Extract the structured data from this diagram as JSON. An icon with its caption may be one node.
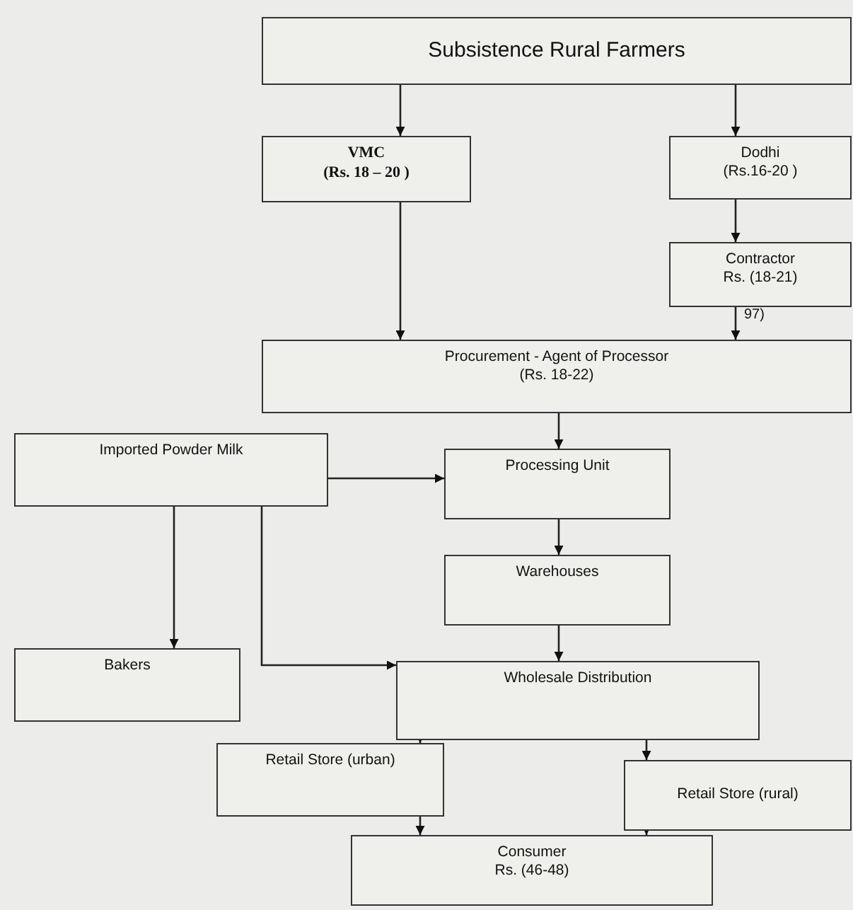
{
  "diagram": {
    "nodes": [
      {
        "text": [
          "Subsistence Rural Farmers"
        ]
      },
      {
        "text": [
          "VMC",
          "(Rs. 18 – 20 )"
        ]
      },
      {
        "text": [
          "Dodhi",
          "(Rs.16-20 )"
        ]
      },
      {
        "text": [
          "Contractor",
          "Rs. (18-21)"
        ]
      },
      {
        "text": [
          "Procurement - Agent of Processor",
          "(Rs. 18-22)"
        ]
      },
      {
        "text": [
          "Imported Powder Milk"
        ]
      },
      {
        "text": [
          "Processing Unit"
        ]
      },
      {
        "text": [
          "Warehouses"
        ]
      },
      {
        "text": [
          "Bakers"
        ]
      },
      {
        "text": [
          "Wholesale Distribution"
        ]
      },
      {
        "text": [
          "Retail Store (urban)"
        ]
      },
      {
        "text": [
          "Retail Store (rural)"
        ]
      },
      {
        "text": [
          "Consumer",
          "Rs. (46-48)"
        ]
      }
    ],
    "edges": [
      {
        "from": 0,
        "to": 1,
        "arrow": "to"
      },
      {
        "from": 0,
        "to": 2,
        "arrow": "to"
      },
      {
        "from": 2,
        "to": 3,
        "arrow": "to"
      },
      {
        "from": 1,
        "to": 4,
        "arrow": "to"
      },
      {
        "from": 3,
        "to": 4,
        "arrow": "to"
      },
      {
        "from": 4,
        "to": 6,
        "arrow": "to"
      },
      {
        "from": 5,
        "to": 6,
        "arrow": "to"
      },
      {
        "from": 5,
        "to": 8,
        "arrow": "to"
      },
      {
        "from": 5,
        "to": 9,
        "arrow": "to"
      },
      {
        "from": 6,
        "to": 7,
        "arrow": "to"
      },
      {
        "from": 7,
        "to": 9,
        "arrow": "to"
      },
      {
        "from": 9,
        "to": 10,
        "arrow": "to"
      },
      {
        "from": 9,
        "to": 11,
        "arrow": "to"
      },
      {
        "from": 10,
        "to": 12,
        "arrow": "to"
      },
      {
        "from": 11,
        "to": 12,
        "arrow": "to"
      }
    ],
    "labels": [
      "97)"
    ]
  }
}
